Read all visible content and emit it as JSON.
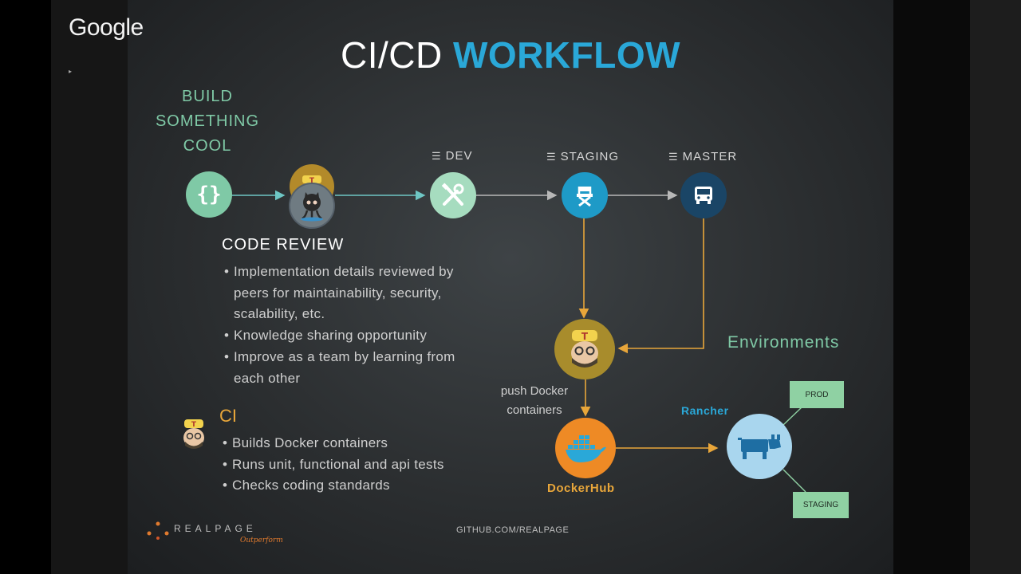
{
  "overlay": {
    "google_logo": "Google"
  },
  "slide": {
    "title_part1": "CI/CD ",
    "title_part2": "WORKFLOW",
    "build_lines": [
      "BUILD",
      "SOMETHING",
      "COOL"
    ],
    "stages": {
      "dev": "DEV",
      "staging": "STAGING",
      "master": "MASTER"
    },
    "code_review": {
      "heading": "CODE REVIEW",
      "bullets": [
        "Implementation details reviewed by peers for maintainability, security, scalability, etc.",
        "Knowledge sharing opportunity",
        "Improve as a team by learning from each other"
      ]
    },
    "ci": {
      "heading": "CI",
      "bullets": [
        "Builds Docker containers",
        "Runs unit, functional and api tests",
        "Checks coding standards"
      ]
    },
    "push_text_lines": [
      "push Docker",
      "containers"
    ],
    "dockerhub_label": "DockerHub",
    "rancher_label": "Rancher",
    "environments_heading": "Environments",
    "env_boxes": {
      "prod": "PROD",
      "staging": "STAGING"
    },
    "footer": {
      "realpage_word": "REALPAGE",
      "realpage_tagline": "Outperform",
      "github": "GITHUB.COM/REALPAGE"
    },
    "icons": {
      "code": "code-braces-icon",
      "jenkins": "jenkins-icon",
      "github": "github-octocat-icon",
      "dev": "tools-icon",
      "staging": "director-chair-icon",
      "master": "bus-icon",
      "docker": "docker-whale-icon",
      "rancher": "rancher-cow-icon"
    },
    "colors": {
      "green": "#7fc9a6",
      "blue": "#2aa8d8",
      "orange": "#e8a63a",
      "dark_blue": "#1a4566"
    }
  }
}
